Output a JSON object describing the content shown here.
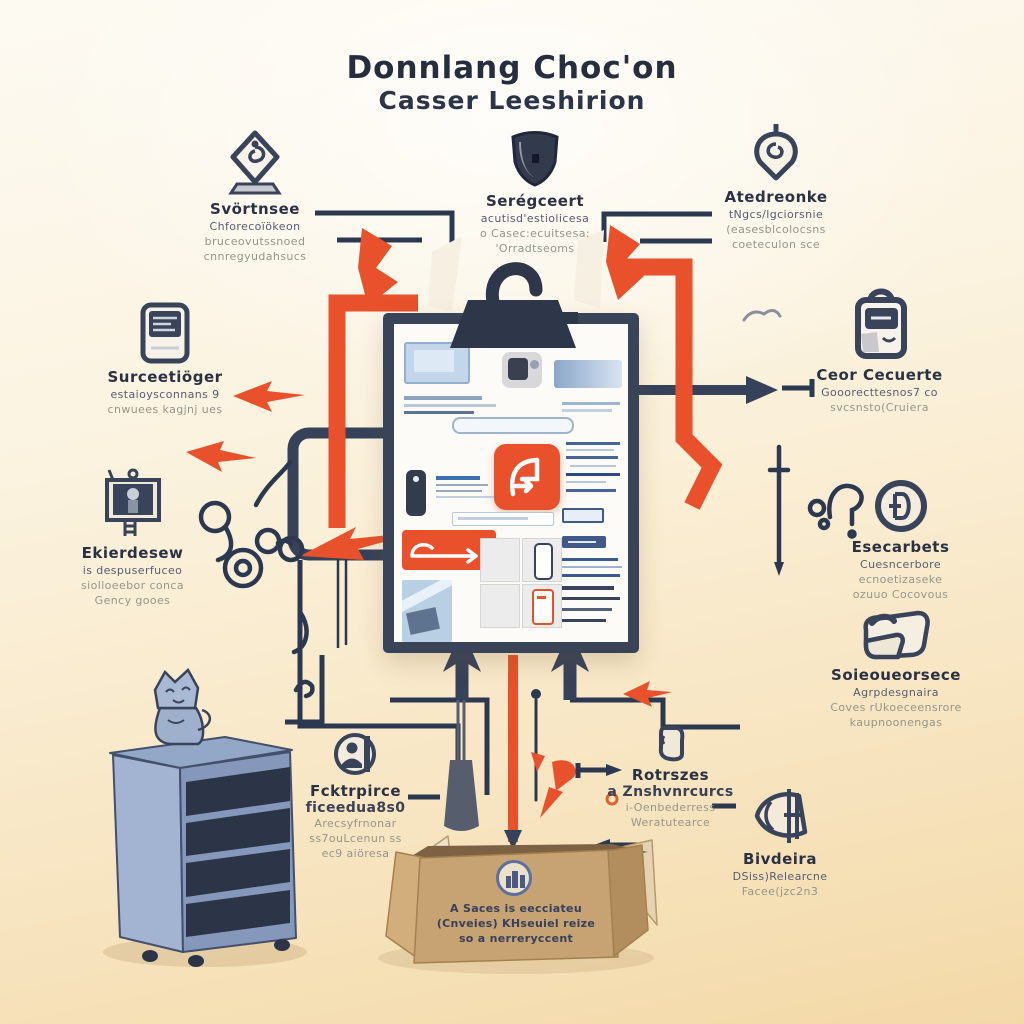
{
  "title": {
    "line1": "Donnlang Choc'on",
    "line2": "Casser Leeshirion"
  },
  "nodes": {
    "top_left": {
      "icon": "spiral-gem-icon",
      "title": "Svörtnsee",
      "lines": [
        "Chforecoïökeon",
        "bruceovutssnoed",
        "cnnregyudahsucs"
      ]
    },
    "top_center": {
      "icon": "shield-icon",
      "title": "Serégceert",
      "lines": [
        "acutisd'estiolicesa",
        "o Casec:ecuitsesa:",
        "'Orradtseoms"
      ]
    },
    "top_right": {
      "icon": "pin-spiral-icon",
      "title": "Atedreonke",
      "lines": [
        "tNgcs/lgciorsnie",
        "(easesblcolocsns",
        "coeteculon sce"
      ]
    },
    "left_storage": {
      "icon": "memory-card-icon",
      "title": "Surceetiöger",
      "lines": [
        "estaioysconnans 9",
        "cnwuees kagjnj ues"
      ]
    },
    "left_machine": {
      "icon": "projector-icon",
      "title": "Ekierdesew",
      "lines": [
        "is despuserfuceo",
        "siolloeebor conca",
        "Gency gooes"
      ]
    },
    "right_bag": {
      "icon": "satchel-icon",
      "title": "Ceor Cecuerte",
      "lines": [
        "Gooorecttesnos7 co",
        "svcsnsto(Cruiera"
      ]
    },
    "right_circle": {
      "icon": "coin-glyph-icon",
      "title": "Esecarbets",
      "lines": [
        "Cuesncerbore",
        "ecnoetizaseke",
        "ozuuo Cocovous"
      ]
    },
    "right_wallet": {
      "icon": "wallet-icon",
      "title": "Soieoueorsece",
      "lines": [
        "Agrpdesgnaira",
        "Coves rUkoeceensrore",
        "kaupnoonengas"
      ]
    },
    "right_cone": {
      "icon": "funnel-icon",
      "title": "Bivdeira",
      "lines": [
        "DSiss)Relearcne",
        "Facee(jzc2n3"
      ]
    },
    "bottom_left": {
      "icon": "person-badge-icon",
      "title": "Fcktrpirce",
      "lines": [
        "ficeedua8s0",
        "Arecsyfrnonar",
        "ss7ouLcenun ss",
        "ec9 aiöresa"
      ]
    },
    "bottom_right": {
      "icon": "pouch-icon",
      "title": "Rotrszes",
      "lines": [
        "a Znshvnrcurcs",
        "i-Oenbederress",
        "Weratutearce"
      ]
    }
  },
  "box": {
    "icon": "factory-badge-icon",
    "lines": [
      "A Saces is eecciateu",
      "(Cnveies) KHseuiel reize",
      "so a nerreryccent"
    ]
  },
  "colors": {
    "accent_orange": "#e8512b",
    "ink_navy": "#2c3850",
    "cabinet_blue": "#9db0cf",
    "box_tan": "#c7a272",
    "background_top": "#fdfaf2",
    "background_bottom": "#f3d9a8"
  }
}
